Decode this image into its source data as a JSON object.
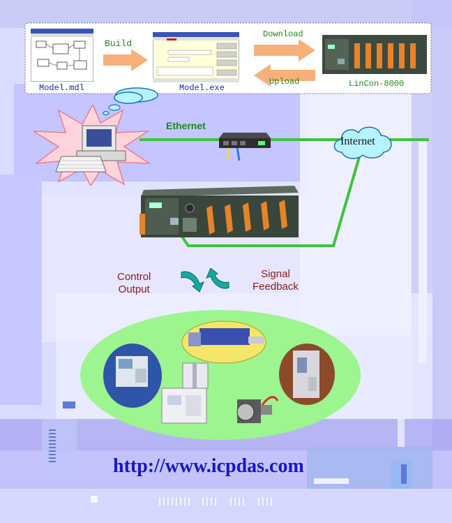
{
  "colors": {
    "background": "#d9dcff",
    "link_line": "#3cc43c",
    "ellipse_fill": "#9cf58e",
    "label_dark_red": "#8b1a1a",
    "label_green": "#1c8a1c",
    "url_blue": "#1616c8",
    "arrow_orange": "#f7b07a"
  },
  "workflow": {
    "model_mdl": "Model.mdl",
    "build": "Build",
    "model_exe": "Model.exe",
    "download": "Download",
    "upload": "Upload",
    "lincon": "LinCon-8000"
  },
  "network": {
    "ethernet": "Ethernet",
    "internet": "Internet"
  },
  "control": {
    "control_output": [
      "Control",
      "Output"
    ],
    "signal_feedback": [
      "Signal",
      "Feedback"
    ]
  },
  "website": {
    "url": "http://www.icpdas.com"
  },
  "icons": [
    "pc-icon",
    "ethernet-switch-icon",
    "internet-cloud-icon",
    "plc-controller-icon",
    "rotate-arrows-icon",
    "machine-photo-icon",
    "servo-motor-icon"
  ]
}
